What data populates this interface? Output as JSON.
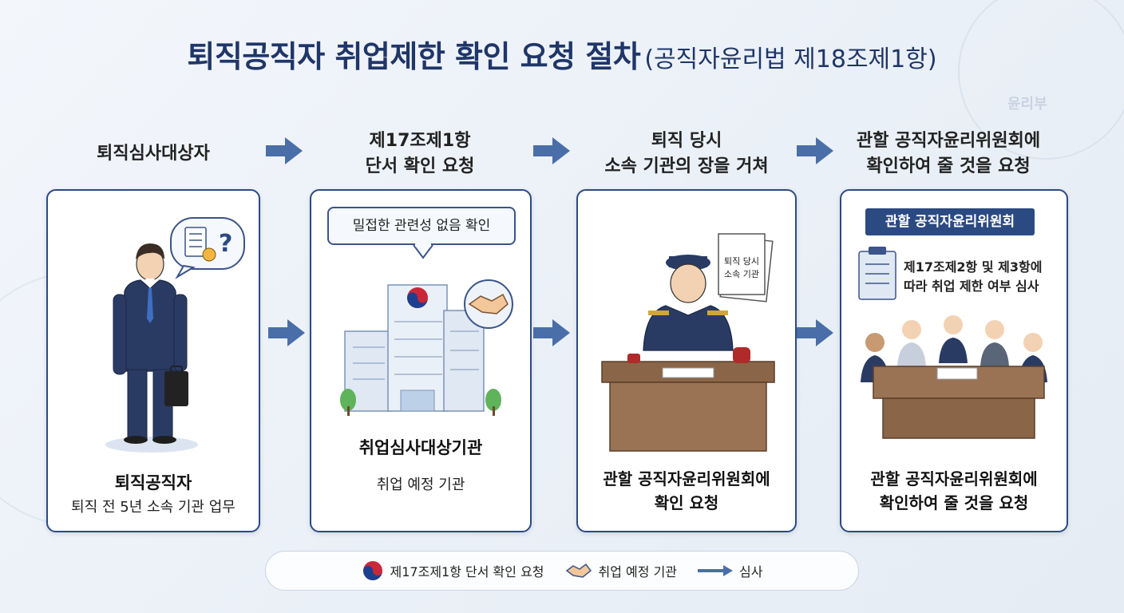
{
  "title": {
    "main": "퇴직공직자 취업제한 확인 요청 절차",
    "sub": "(공직자윤리법 제18조제1항)"
  },
  "steps": [
    {
      "heading_lines": [
        "퇴직심사대상자"
      ]
    },
    {
      "heading_lines": [
        "제17조제1항",
        "단서 확인 요청"
      ]
    },
    {
      "heading_lines": [
        "퇴직 당시",
        "소속 기관의 장을 거쳐"
      ]
    },
    {
      "heading_lines": [
        "관할 공직자윤리위원회에",
        "확인하여 줄 것을 요청"
      ]
    }
  ],
  "cards": {
    "official": {
      "title": "퇴직공직자",
      "subtitle": "퇴직 전 5년 소속 기관 업무"
    },
    "institution": {
      "bubble": "밀접한 관련성 없음 확인",
      "title": "취업심사대상기관",
      "subtitle": "취업 예정 기관"
    },
    "agency": {
      "doc_lines": [
        "퇴직 당시",
        "소속 기관"
      ],
      "desc_lines": [
        "관할 공직자윤리위원회에",
        "확인 요청"
      ]
    },
    "committee": {
      "banner": "관할 공직자윤리위원회",
      "review_lines": [
        "제17조제2항 및 제3항에",
        "따라 취업 제한 여부 심사"
      ],
      "desc_lines": [
        "관할 공직자윤리위원회에",
        "확인하여 줄 것을 요청"
      ]
    }
  },
  "legend": [
    {
      "icon": "taegeuk-icon",
      "label": "제17조제1항 단서 확인 요청"
    },
    {
      "icon": "handshake-icon",
      "label": "취업 예정 기관"
    },
    {
      "icon": "arrow-icon",
      "label": "심사"
    }
  ],
  "background_seal_text": "윤리부",
  "colors": {
    "navy": "#1f3668",
    "accent": "#2c4a82",
    "arrow": "#4a6fa8"
  }
}
